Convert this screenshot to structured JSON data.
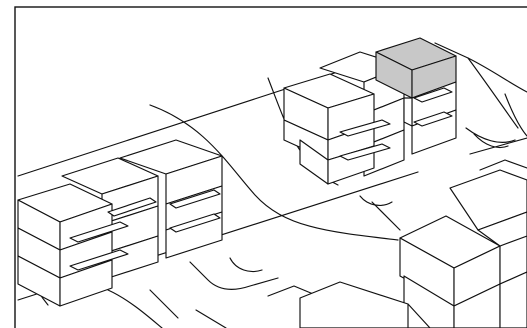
{
  "colors": {
    "background": "#ffffff",
    "line": "#111111",
    "highlighted_module": "#c8c8c8"
  },
  "highlighted_module": {
    "building": "upper-building",
    "level": "top",
    "position": "right"
  }
}
